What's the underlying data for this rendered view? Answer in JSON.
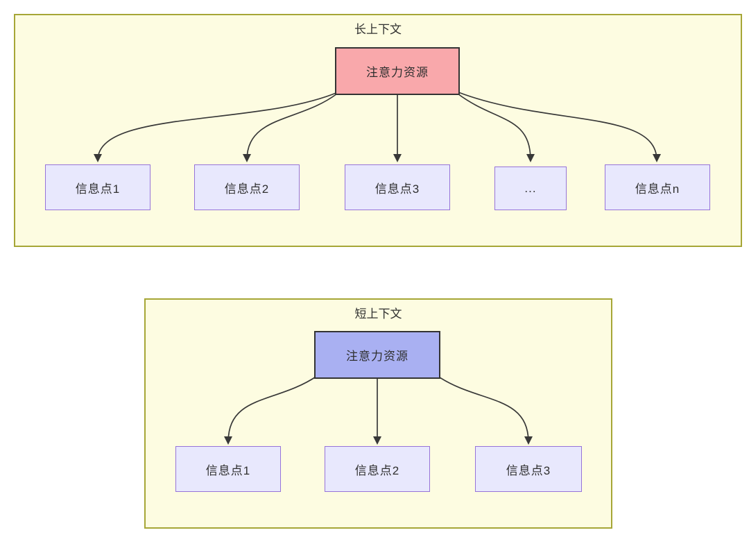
{
  "diagram": {
    "sections": [
      {
        "title": "长上下文",
        "root": {
          "label": "注意力资源"
        },
        "nodes": [
          {
            "label": "信息点1"
          },
          {
            "label": "信息点2"
          },
          {
            "label": "信息点3"
          },
          {
            "label": "..."
          },
          {
            "label": "信息点n"
          }
        ]
      },
      {
        "title": "短上下文",
        "root": {
          "label": "注意力资源"
        },
        "nodes": [
          {
            "label": "信息点1"
          },
          {
            "label": "信息点2"
          },
          {
            "label": "信息点3"
          }
        ]
      }
    ],
    "colors": {
      "section_bg": "#fdfce1",
      "section_border": "#a6a636",
      "attention_long_fill": "#f9a8ab",
      "attention_short_fill": "#a9b0f2",
      "attention_border": "#333333",
      "info_fill": "#e8e8fd",
      "info_border": "#9673d9",
      "arrow": "#383838",
      "text": "#2f2f2f"
    }
  }
}
